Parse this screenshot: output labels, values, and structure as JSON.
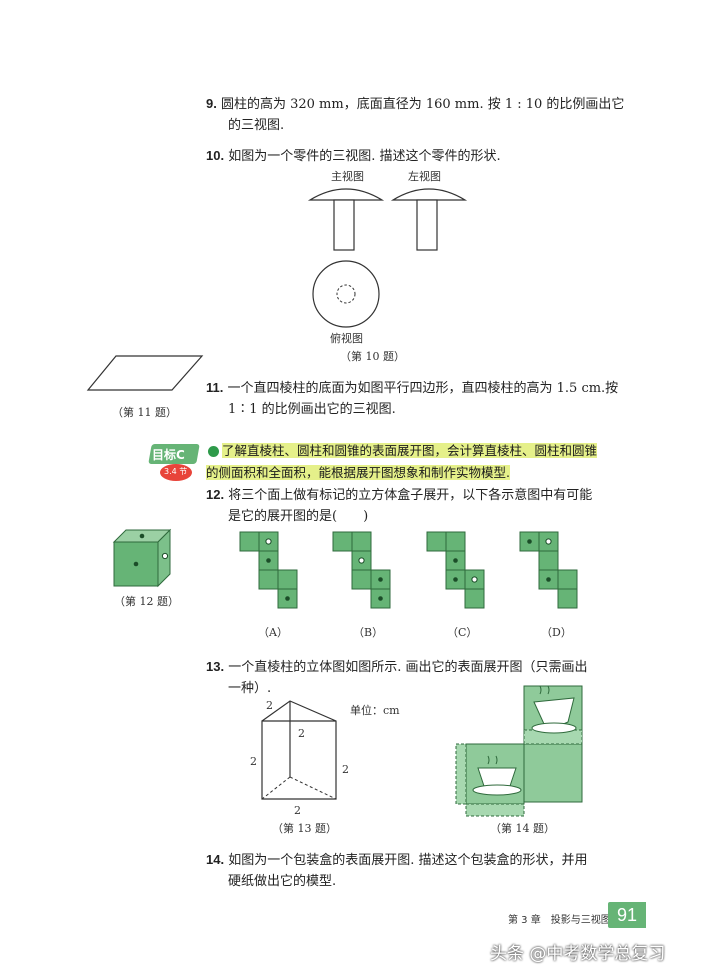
{
  "q9": {
    "num": "9.",
    "line1": "圆柱的高为 320 mm，底面直径为 160 mm. 按 1 : 10 的比例画出它",
    "line2": "的三视图."
  },
  "q10": {
    "num": "10.",
    "text": "如图为一个零件的三视图. 描述这个零件的形状.",
    "front_label": "主视图",
    "side_label": "左视图",
    "top_label": "俯视图",
    "caption": "（第 10 题）"
  },
  "q11": {
    "num": "11.",
    "line1": "一个直四棱柱的底面为如图平行四边形，直四棱柱的高为 1.5 cm.按",
    "line2": "1∶1 的比例画出它的三视图.",
    "caption": "（第 11 题）"
  },
  "goal": {
    "badge": "目标C",
    "section": "3.4 节",
    "line1": "了解直棱柱、圆柱和圆锥的表面展开图，会计算直棱柱、圆柱和圆锥",
    "line2": "的侧面积和全面积，能根据展开图想象和制作实物模型."
  },
  "q12": {
    "num": "12.",
    "line1": "将三个面上做有标记的立方体盒子展开，以下各示意图中有可能",
    "line2": "是它的展开图的是(　　)",
    "caption": "（第 12 题）",
    "options": [
      "（A）",
      "（B）",
      "（C）",
      "（D）"
    ]
  },
  "q13": {
    "num": "13.",
    "line1": "一个直棱柱的立体图如图所示. 画出它的表面展开图（只需画出",
    "line2": "一种）.",
    "unit": "单位：cm",
    "dims": [
      "2",
      "2",
      "2",
      "2",
      "2"
    ],
    "caption": "（第 13 题）"
  },
  "q14": {
    "num": "14.",
    "line1": "如图为一个包装盒的表面展开图. 描述这个包装盒的形状，并用",
    "line2": "硬纸做出它的模型.",
    "caption": "（第 14 题）"
  },
  "footer": {
    "chapter": "第 3 章　投影与三视图",
    "page_number": "91"
  },
  "watermark": "头条 @中考数学总复习",
  "colors": {
    "green": "#66b476",
    "light_green": "#9bd0a4",
    "highlight": "#e5f08a",
    "badge_red": "#e8443a"
  }
}
